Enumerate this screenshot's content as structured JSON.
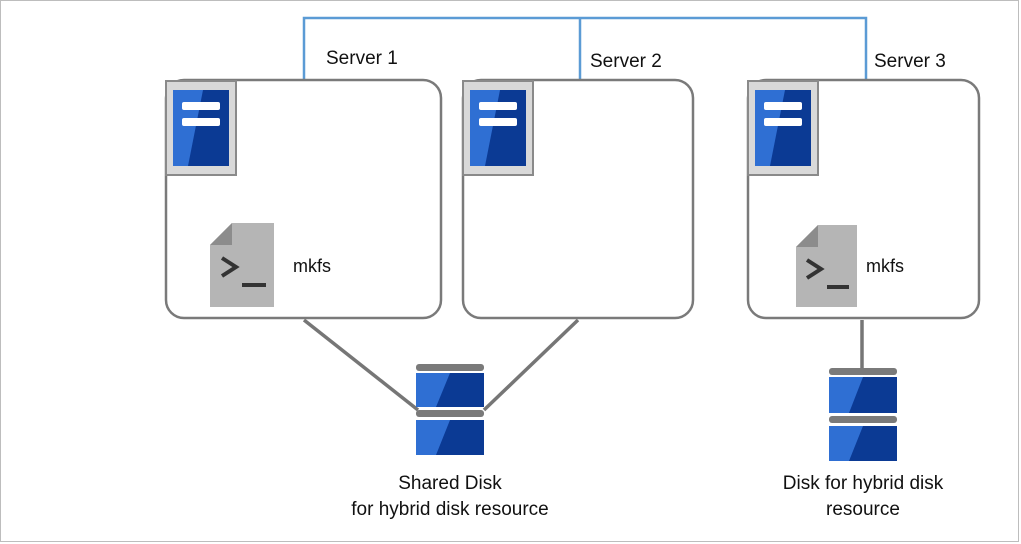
{
  "servers": [
    {
      "label": "Server 1",
      "command": "mkfs"
    },
    {
      "label": "Server 2",
      "command": ""
    },
    {
      "label": "Server 3",
      "command": "mkfs"
    }
  ],
  "disks": {
    "shared": {
      "line1": "Shared Disk",
      "line2": "for hybrid disk resource"
    },
    "local": {
      "line1": "Disk for hybrid disk",
      "line2": "resource"
    }
  },
  "icons": {
    "server": "server-icon",
    "terminal": "terminal-file-icon",
    "disk": "disk-stack-icon"
  },
  "colors": {
    "network_line": "#5b9bd5",
    "connector": "#767676",
    "box_border": "#7a7a7a",
    "blue_light": "#2f6fd3",
    "blue_dark": "#0b3a94",
    "doc_gray": "#b5b5b5"
  }
}
